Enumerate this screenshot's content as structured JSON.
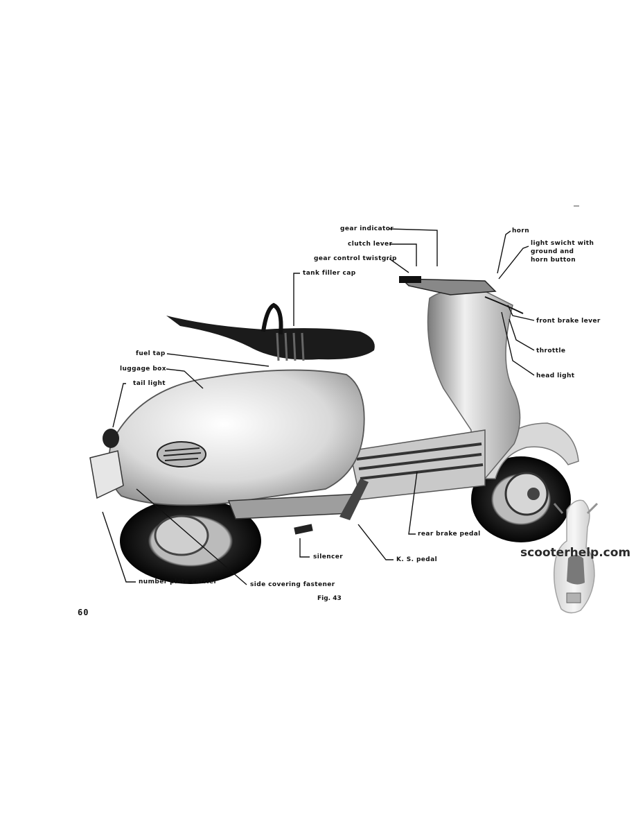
{
  "figure": {
    "caption": "Fig. 43",
    "page_number": "60"
  },
  "labels": {
    "gear_indicator": "gear indicator",
    "clutch_lever": "clutch lever",
    "gear_control_twistgrip": "gear control twistgrip",
    "tank_filler_cap": "tank filler cap",
    "horn": "horn",
    "light_switch_line1": "light swicht with",
    "light_switch_line2": "ground and",
    "light_switch_line3": "horn button",
    "front_brake_lever": "front brake lever",
    "throttle": "throttle",
    "head_light": "head light",
    "fuel_tap": "fuel tap",
    "luggage_box": "luggage box",
    "tail_light": "tail light",
    "rear_brake_pedal": "rear brake pedal",
    "silencer": "silencer",
    "ks_pedal": "K. S. pedal",
    "number_plate_carrier": "number plate carrier",
    "side_covering_fastener": "side covering fastener"
  },
  "watermark": {
    "text": "scooterhelp.com"
  }
}
